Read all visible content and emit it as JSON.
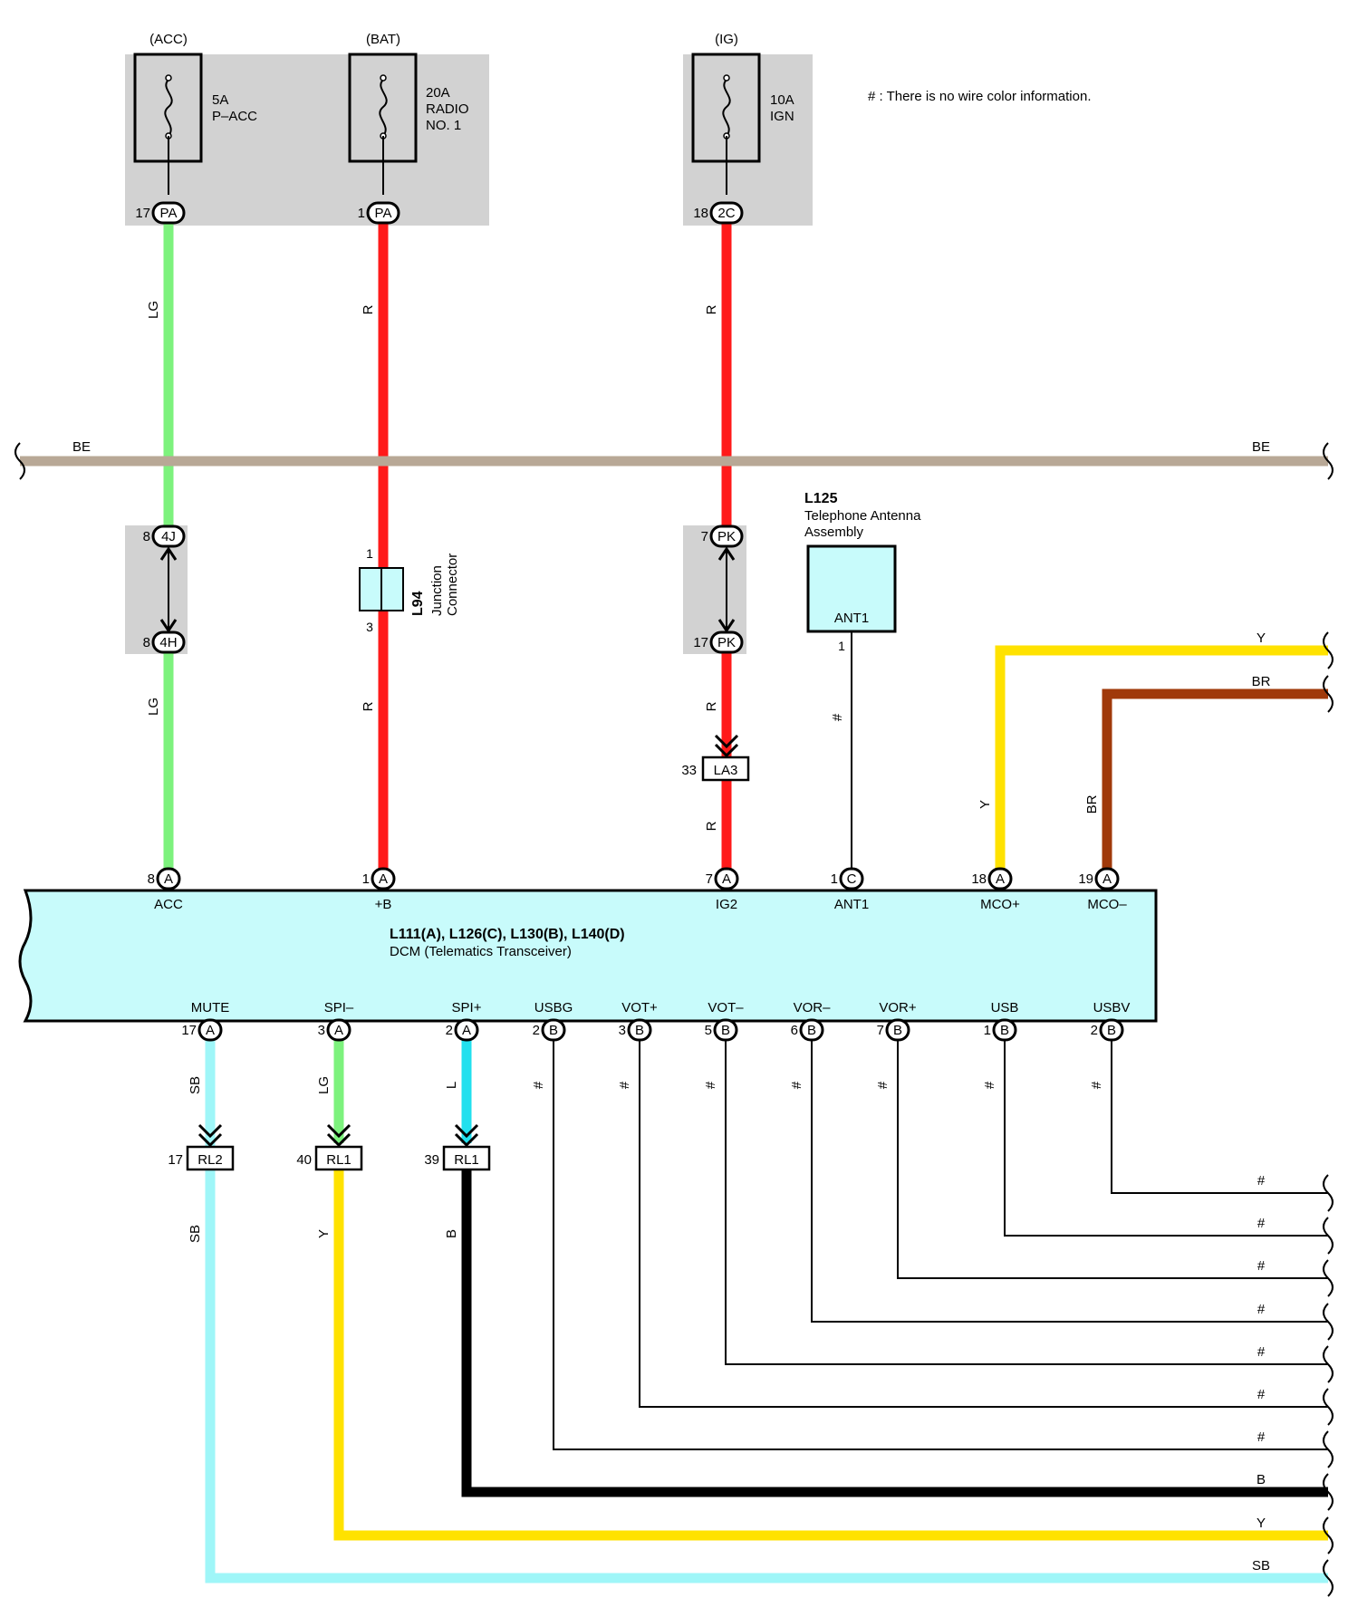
{
  "note": "# : There is no wire color information.",
  "colors": {
    "LG": "#7df27d",
    "R": "#ff1a1a",
    "BE": "#b8a896",
    "Y": "#ffe200",
    "BR": "#a0390a",
    "SB": "#9ff6f8",
    "L": "#22e0ee",
    "B": "#000000",
    "box_fill": "#c8fbfb",
    "shade": "#d2d2d2"
  },
  "fuses": [
    {
      "source": "(ACC)",
      "rating": "5A",
      "name": "P–ACC",
      "name2": "",
      "pin": "17",
      "conn": "PA"
    },
    {
      "source": "(BAT)",
      "rating": "20A",
      "name": "RADIO",
      "name2": "NO. 1",
      "pin": "1",
      "conn": "PA"
    },
    {
      "source": "(IG)",
      "rating": "10A",
      "name": "IGN",
      "name2": "",
      "pin": "18",
      "conn": "2C"
    }
  ],
  "ground_bus": {
    "left_label": "BE",
    "right_label": "BE"
  },
  "splices": [
    {
      "pin_top": "8",
      "conn_top": "4J",
      "pin_bot": "8",
      "conn_bot": "4H"
    },
    {
      "pin_top": "7",
      "conn_top": "PK",
      "pin_bot": "17",
      "conn_bot": "PK"
    }
  ],
  "junction": {
    "id": "L94",
    "name": "Junction",
    "name2": "Connector",
    "pin_top": "1",
    "pin_bot": "3"
  },
  "antenna": {
    "id": "L125",
    "name": "Telephone Antenna",
    "name2": "Assembly",
    "terminal": "ANT1",
    "pin": "1"
  },
  "la3": {
    "pin": "33",
    "conn": "LA3"
  },
  "dcm": {
    "id": "L111(A), L126(C), L130(B), L140(D)",
    "name": "DCM (Telematics Transceiver)",
    "top_pins": [
      {
        "pin": "8",
        "conn": "A",
        "label": "ACC"
      },
      {
        "pin": "1",
        "conn": "A",
        "label": "+B"
      },
      {
        "pin": "7",
        "conn": "A",
        "label": "IG2"
      },
      {
        "pin": "1",
        "conn": "C",
        "label": "ANT1"
      },
      {
        "pin": "18",
        "conn": "A",
        "label": "MCO+"
      },
      {
        "pin": "19",
        "conn": "A",
        "label": "MCO–"
      }
    ],
    "bottom_pins": [
      {
        "pin": "17",
        "conn": "A",
        "label": "MUTE"
      },
      {
        "pin": "3",
        "conn": "A",
        "label": "SPI–"
      },
      {
        "pin": "2",
        "conn": "A",
        "label": "SPI+"
      },
      {
        "pin": "2",
        "conn": "B",
        "label": "USBG"
      },
      {
        "pin": "3",
        "conn": "B",
        "label": "VOT+"
      },
      {
        "pin": "5",
        "conn": "B",
        "label": "VOT–"
      },
      {
        "pin": "6",
        "conn": "B",
        "label": "VOR–"
      },
      {
        "pin": "7",
        "conn": "B",
        "label": "VOR+"
      },
      {
        "pin": "1",
        "conn": "B",
        "label": "USB"
      },
      {
        "pin": "2",
        "conn": "B",
        "label": "USBV"
      }
    ]
  },
  "connectors_lower": [
    {
      "pin": "17",
      "conn": "RL2"
    },
    {
      "pin": "40",
      "conn": "RL1"
    },
    {
      "pin": "39",
      "conn": "RL1"
    }
  ],
  "wire_labels": {
    "acc_upper": "LG",
    "acc_lower": "LG",
    "bat_upper": "R",
    "bat_lower": "R",
    "ig_upper": "R",
    "ig_mid": "R",
    "ig_lower": "R",
    "ant": "#",
    "mco_plus": "Y",
    "mco_minus": "BR",
    "mco_plus_right": "Y",
    "mco_minus_right": "BR",
    "mute_upper": "SB",
    "mute_lower": "SB",
    "spim_upper": "LG",
    "spim_lower": "Y",
    "spip_upper": "L",
    "spip_lower": "B",
    "nocolor": "#"
  },
  "right_labels": [
    "#",
    "#",
    "#",
    "#",
    "#",
    "#",
    "#",
    "B",
    "Y",
    "SB"
  ]
}
